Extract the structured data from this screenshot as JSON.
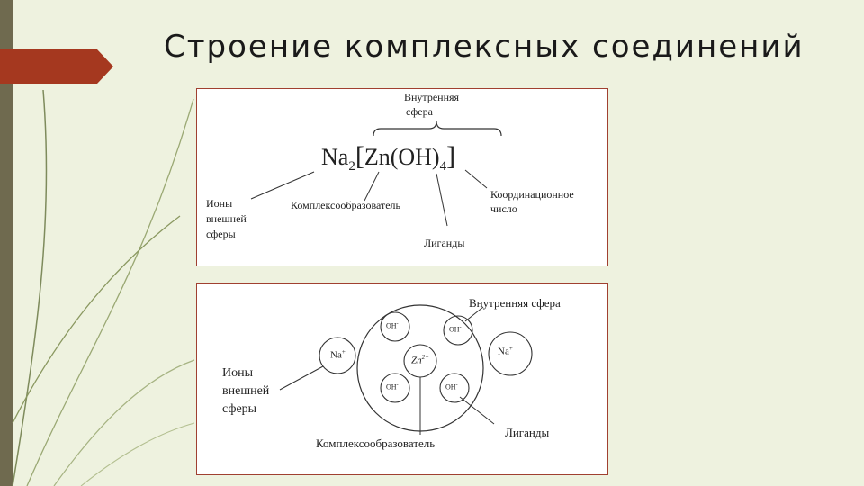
{
  "slide": {
    "title": "Строение комплексных соединений"
  },
  "formula_diagram": {
    "inner_sphere_line1": "Внутренняя",
    "inner_sphere_line2": "сфера",
    "formula_na": "Na",
    "formula_na_sub": "2",
    "formula_bracket_open": "[",
    "formula_core": "Zn(OH)",
    "formula_sub": "4",
    "formula_bracket_close": "]",
    "outer_ions_line1": "Ионы",
    "outer_ions_line2": "внешней",
    "outer_ions_line3": "сферы",
    "complexing_agent": "Комплексообразователь",
    "ligands": "Лиганды",
    "coord_number_line1": "Координационное",
    "coord_number_line2": "число"
  },
  "sphere_diagram": {
    "inner_sphere": "Внутренняя сфера",
    "outer_ions_line1": "Ионы",
    "outer_ions_line2": "внешней",
    "outer_ions_line3": "сферы",
    "ligands": "Лиганды",
    "complexing_agent": "Комплексообразователь",
    "center_ion": "Zn",
    "center_charge": "2+",
    "na_left": "Na",
    "na_left_charge": "+",
    "na_right": "Na",
    "na_right_charge": "+",
    "oh_top_left": "OH",
    "oh_top_left_charge": "-",
    "oh_top_right": "OH",
    "oh_top_right_charge": "-",
    "oh_bottom_left": "OH",
    "oh_bottom_left_charge": "-",
    "oh_bottom_right": "OH",
    "oh_bottom_right_charge": "-"
  },
  "colors": {
    "background": "#eef2df",
    "accent_arrow": "#a5381f",
    "left_bar": "#6f6a4f",
    "panel_border": "#a04030"
  }
}
